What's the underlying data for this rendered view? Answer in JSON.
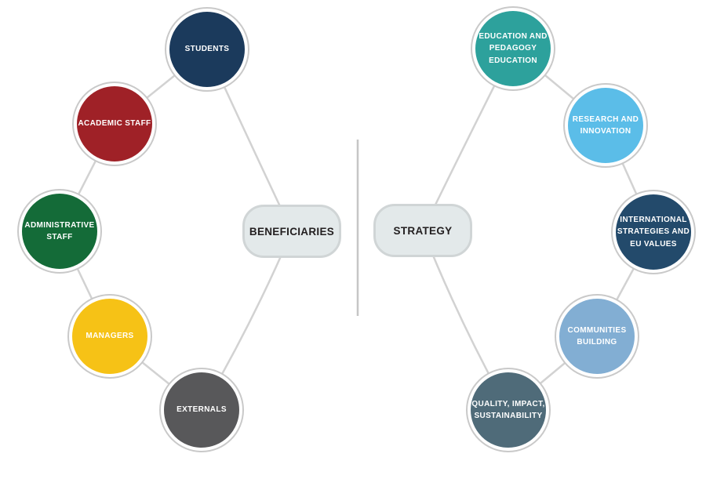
{
  "diagram": {
    "left": {
      "center": {
        "label": "BENEFICIARIES"
      },
      "nodes": [
        {
          "id": "students",
          "label": "STUDENTS",
          "color": "#1b3a5c",
          "text_color": "#ffffff"
        },
        {
          "id": "academic-staff",
          "label": "ACADEMIC STAFF",
          "color": "#9f2127",
          "text_color": "#ffffff"
        },
        {
          "id": "administrative-staff",
          "label": "ADMINISTRATIVE\nSTAFF",
          "color": "#146b38",
          "text_color": "#ffffff"
        },
        {
          "id": "managers",
          "label": "MANAGERS",
          "color": "#f6c216",
          "text_color": "#ffffff"
        },
        {
          "id": "externals",
          "label": "EXTERNALS",
          "color": "#58585a",
          "text_color": "#ffffff"
        }
      ]
    },
    "right": {
      "center": {
        "label": "STRATEGY"
      },
      "nodes": [
        {
          "id": "education-and-pedagogy-education",
          "label": "EDUCATION AND\nPEDAGOGY\nEDUCATION",
          "color": "#2da19c",
          "text_color": "#ffffff"
        },
        {
          "id": "research-and-innovation",
          "label": "RESEARCH AND\nINNOVATION",
          "color": "#5bbde8",
          "text_color": "#ffffff"
        },
        {
          "id": "international-strategies-eu-values",
          "label": "INTERNATIONAL\nSTRATEGIES AND\nEU VALUES",
          "color": "#234a6b",
          "text_color": "#ffffff"
        },
        {
          "id": "communities-building",
          "label": "COMMUNITIES\nBUILDING",
          "color": "#82aed3",
          "text_color": "#ffffff"
        },
        {
          "id": "quality-impact-sustainability",
          "label": "QUALITY, IMPACT,\nSUSTAINABILITY",
          "color": "#4f6b79",
          "text_color": "#ffffff"
        }
      ]
    },
    "colors": {
      "center_fill": "#e3e9ea",
      "center_border": "#d0d5d6",
      "connector": "#d2d2d2",
      "divider": "#c6c6c6",
      "ring": "#c9c9c9"
    }
  }
}
